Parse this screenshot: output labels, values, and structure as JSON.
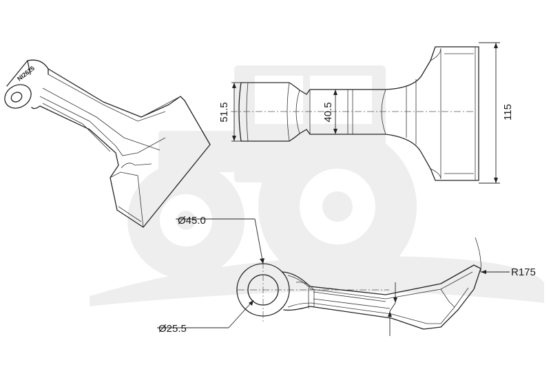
{
  "drawing": {
    "part_marking": "NI2625",
    "dimensions": {
      "height_side": "51.5",
      "neck": "40.5",
      "overall": "115",
      "outer_diameter": "Ø45.0",
      "bore_diameter": "Ø25.5",
      "radius": "R175"
    }
  },
  "colors": {
    "line": "#222222",
    "watermark": "#eeeeee",
    "background": "#ffffff"
  },
  "watermark_icon": "tractor-icon"
}
